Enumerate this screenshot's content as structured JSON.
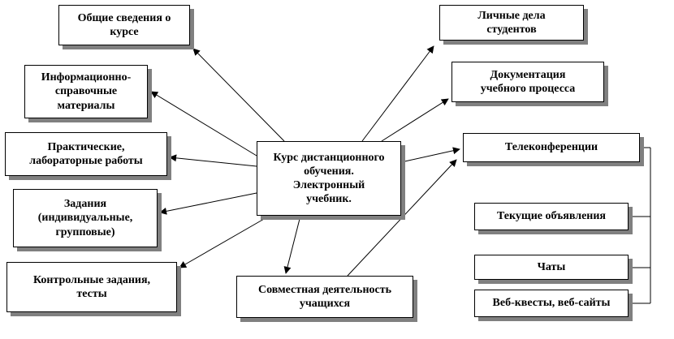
{
  "diagram": {
    "center_box": {
      "label": "Курс дистанционного\nобучения.\nЭлектронный\nучебник."
    },
    "left_boxes": {
      "general": {
        "label": "Общие сведения о\nкурсе"
      },
      "info": {
        "label": "Информационно-\nсправочные\nматериалы"
      },
      "practical": {
        "label": "Практические,\nлабораторные работы"
      },
      "tasks": {
        "label": "Задания\n(индивидуальные,\nгрупповые)"
      },
      "control": {
        "label": "Контрольные задания,\nтесты"
      }
    },
    "bottom_box": {
      "label": "Совместная деятельность\nучащихся"
    },
    "right_boxes": {
      "personal": {
        "label": "Личные дела\nстудентов"
      },
      "docs": {
        "label": "Документация\nучебного процесса"
      },
      "teleconf": {
        "label": "Телеконференции"
      },
      "announce": {
        "label": "Текущие объявления"
      },
      "chats": {
        "label": "Чаты"
      },
      "web": {
        "label": "Веб-квесты, веб-сайты"
      }
    },
    "colors": {
      "box_bg": "#ffffff",
      "box_border": "#000000",
      "box_shadow": "#808080",
      "connector": "#000000"
    }
  }
}
